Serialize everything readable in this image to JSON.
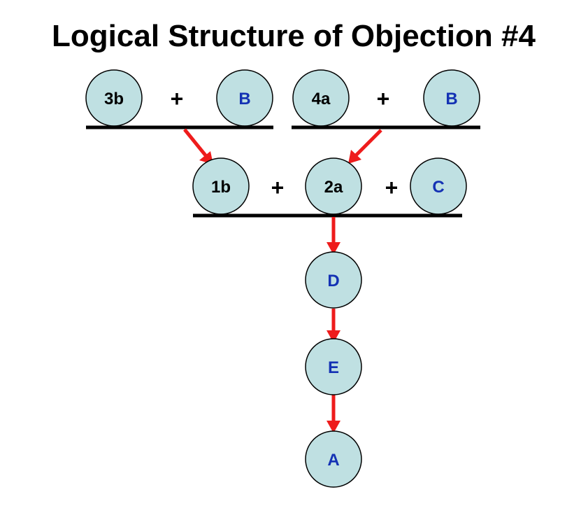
{
  "title": "Logical Structure of Objection #4",
  "colors": {
    "node_fill": "#bfe0e2",
    "label_black": "#000000",
    "label_blue": "#1432b4",
    "arrow": "#ee1c1c"
  },
  "nodes": {
    "n3b": {
      "label": "3b",
      "color": "black"
    },
    "nB1": {
      "label": "B",
      "color": "blue"
    },
    "n4a": {
      "label": "4a",
      "color": "black"
    },
    "nB2": {
      "label": "B",
      "color": "blue"
    },
    "n1b": {
      "label": "1b",
      "color": "black"
    },
    "n2a": {
      "label": "2a",
      "color": "black"
    },
    "nC": {
      "label": "C",
      "color": "blue"
    },
    "nD": {
      "label": "D",
      "color": "blue"
    },
    "nE": {
      "label": "E",
      "color": "blue"
    },
    "nA": {
      "label": "A",
      "color": "blue"
    }
  },
  "plus_symbol": "+",
  "inferences": [
    {
      "premises": [
        "3b",
        "B"
      ],
      "conclusion": "1b"
    },
    {
      "premises": [
        "4a",
        "B"
      ],
      "conclusion": "2a"
    },
    {
      "premises": [
        "1b",
        "2a",
        "C"
      ],
      "conclusion": "D"
    },
    {
      "premises": [
        "D"
      ],
      "conclusion": "E"
    },
    {
      "premises": [
        "E"
      ],
      "conclusion": "A"
    }
  ]
}
